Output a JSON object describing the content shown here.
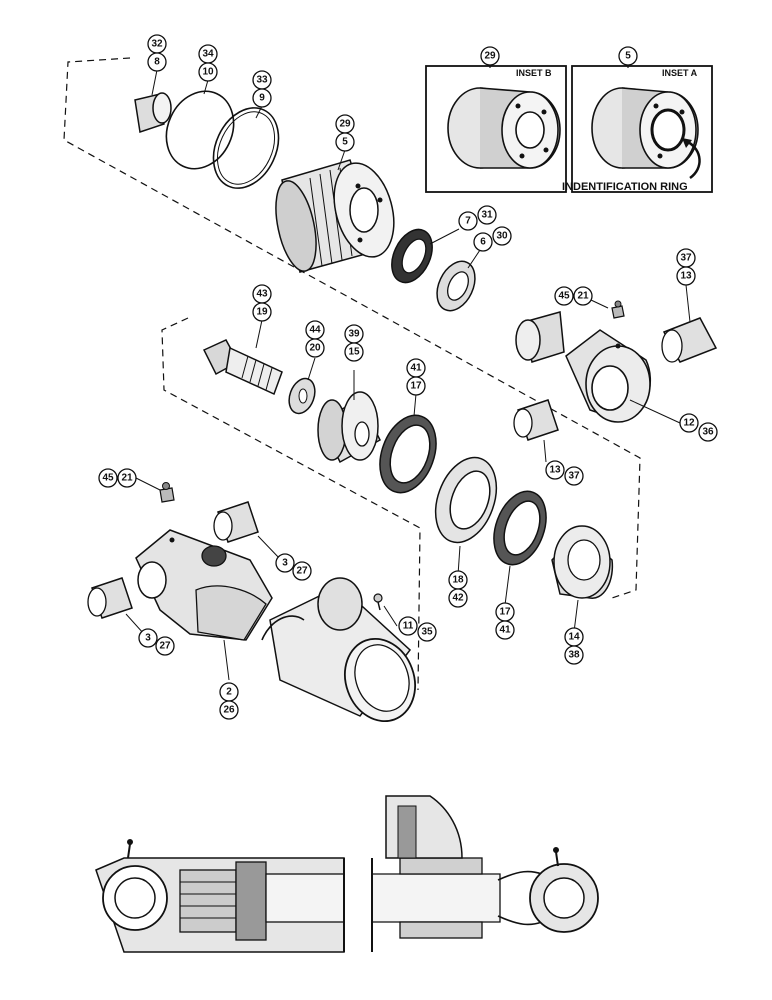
{
  "inset_b": {
    "ref": "29",
    "title": "INSET B"
  },
  "inset_a": {
    "ref": "5",
    "title": "INSET A",
    "note": "INDENTIFICATION RING"
  },
  "callouts": [
    {
      "id": "32-8",
      "top": "32",
      "bottom": "8"
    },
    {
      "id": "34-10",
      "top": "34",
      "bottom": "10"
    },
    {
      "id": "33-9",
      "top": "33",
      "bottom": "9"
    },
    {
      "id": "29-5",
      "top": "29",
      "bottom": "5"
    },
    {
      "id": "7-31",
      "top": "7",
      "bottom": "31"
    },
    {
      "id": "6-30",
      "top": "6",
      "bottom": "30"
    },
    {
      "id": "37-13-top",
      "top": "37",
      "bottom": "13"
    },
    {
      "id": "45-21-top",
      "top": "45",
      "bottom": "21"
    },
    {
      "id": "43-19",
      "top": "43",
      "bottom": "19"
    },
    {
      "id": "44-20",
      "top": "44",
      "bottom": "20"
    },
    {
      "id": "39-15",
      "top": "39",
      "bottom": "15"
    },
    {
      "id": "41-17-top",
      "top": "41",
      "bottom": "17"
    },
    {
      "id": "12-36",
      "top": "12",
      "bottom": "36"
    },
    {
      "id": "13-37",
      "top": "13",
      "bottom": "37"
    },
    {
      "id": "45-21-left",
      "top": "45",
      "bottom": "21"
    },
    {
      "id": "3-27-right",
      "top": "3",
      "bottom": "27"
    },
    {
      "id": "3-27-left",
      "top": "3",
      "bottom": "27"
    },
    {
      "id": "2-26",
      "top": "2",
      "bottom": "26"
    },
    {
      "id": "18-42",
      "top": "18",
      "bottom": "42"
    },
    {
      "id": "17-41-bottom",
      "top": "17",
      "bottom": "41"
    },
    {
      "id": "11-35",
      "top": "11",
      "bottom": "35"
    },
    {
      "id": "14-38",
      "top": "14",
      "bottom": "38"
    }
  ]
}
